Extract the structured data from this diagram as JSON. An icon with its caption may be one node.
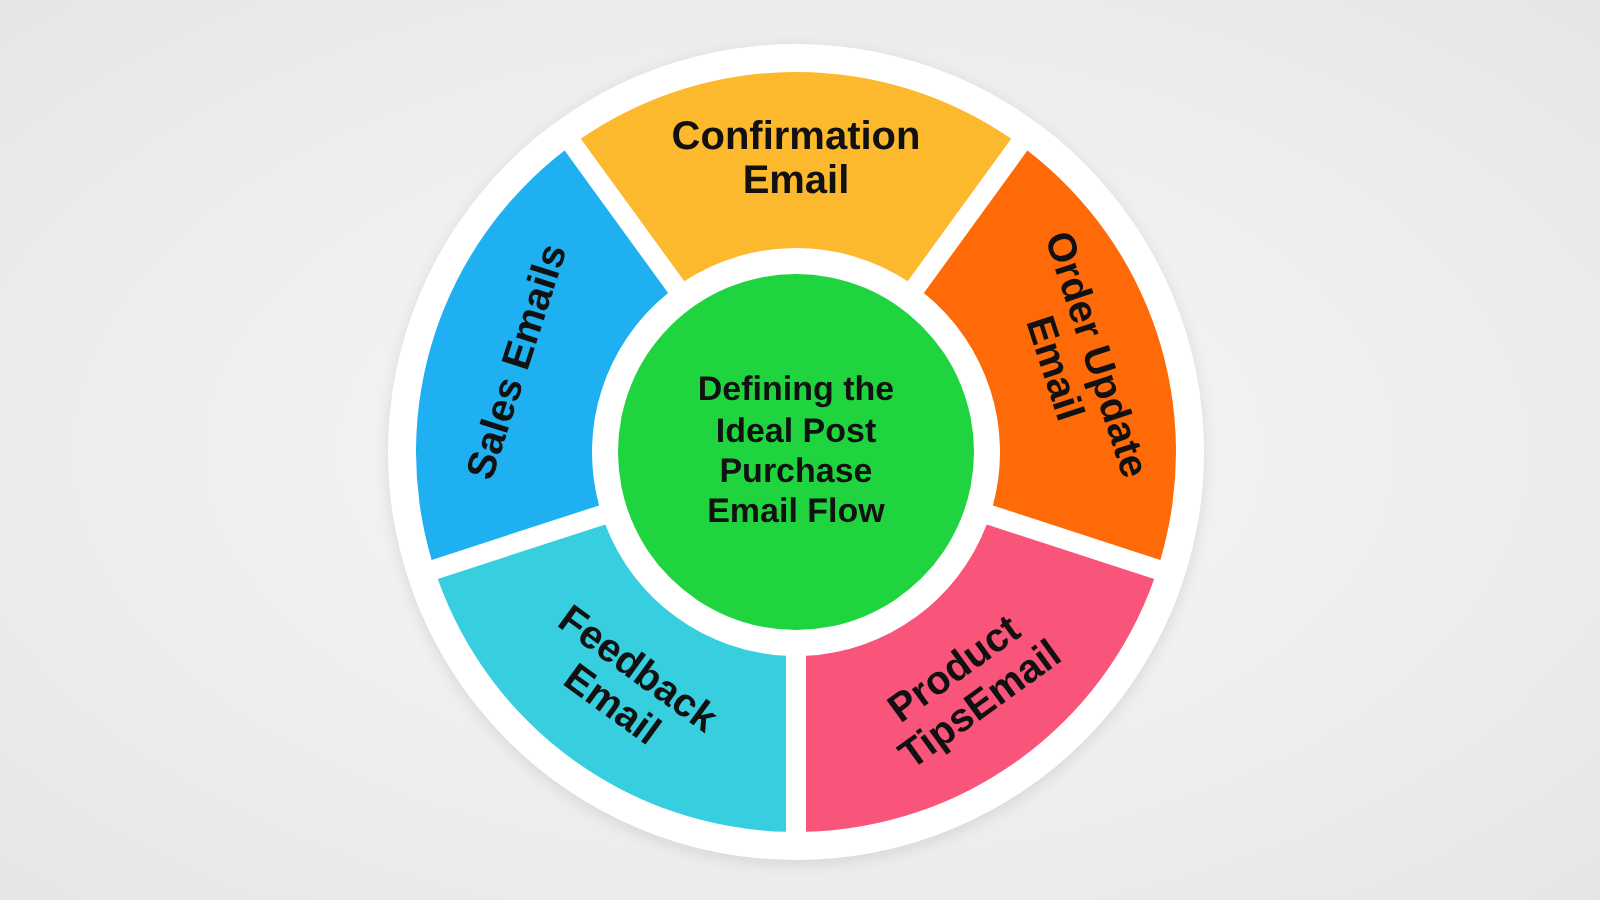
{
  "diagram": {
    "nodes": [
      {
        "text": [
          "Defining the Ideal Post Purchase Email Flow"
        ]
      },
      {
        "text": [
          "Confirmation Email"
        ]
      },
      {
        "text": [
          "Order Update Email"
        ]
      },
      {
        "text": [
          "Product TipsEmail"
        ]
      },
      {
        "text": [
          "Feedback Email"
        ]
      },
      {
        "text": [
          "Sales Emails"
        ]
      }
    ]
  }
}
